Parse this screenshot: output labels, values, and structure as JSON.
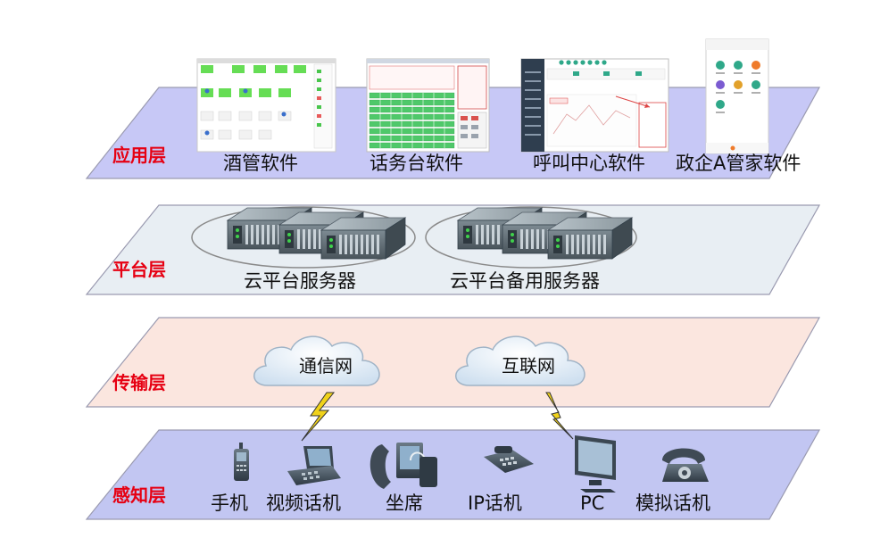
{
  "colors": {
    "layer_label": "#e60012",
    "app_band": "#c7c8f6",
    "platform_band": "#e8eef3",
    "transport_band": "#fbe6df",
    "sensing_band": "#c2c6f2",
    "band_edge": "#9a9ab0",
    "lightning": "#f0d21a"
  },
  "layers": {
    "application": {
      "name": "应用层",
      "items": [
        "酒管软件",
        "话务台软件",
        "呼叫中心软件",
        "政企A管家软件"
      ]
    },
    "platform": {
      "name": "平台层",
      "items": [
        "云平台服务器",
        "云平台备用服务器"
      ]
    },
    "transport": {
      "name": "传输层",
      "items": [
        "通信网",
        "互联网"
      ]
    },
    "sensing": {
      "name": "感知层",
      "items": [
        "手机",
        "视频话机",
        "坐席",
        "IP话机",
        "PC",
        "模拟话机"
      ]
    }
  },
  "icons": {
    "application": [
      "hotel-software-screenshot-icon",
      "switchboard-software-screenshot-icon",
      "call-center-software-screenshot-icon",
      "mobile-app-screenshot-icon"
    ],
    "platform": [
      "server-cluster-icon",
      "backup-server-cluster-icon"
    ],
    "transport": [
      "cloud-icon",
      "cloud-icon"
    ],
    "sensing": [
      "mobile-phone-icon",
      "video-phone-icon",
      "agent-headset-icon",
      "ip-phone-icon",
      "pc-monitor-icon",
      "analog-phone-icon"
    ]
  }
}
